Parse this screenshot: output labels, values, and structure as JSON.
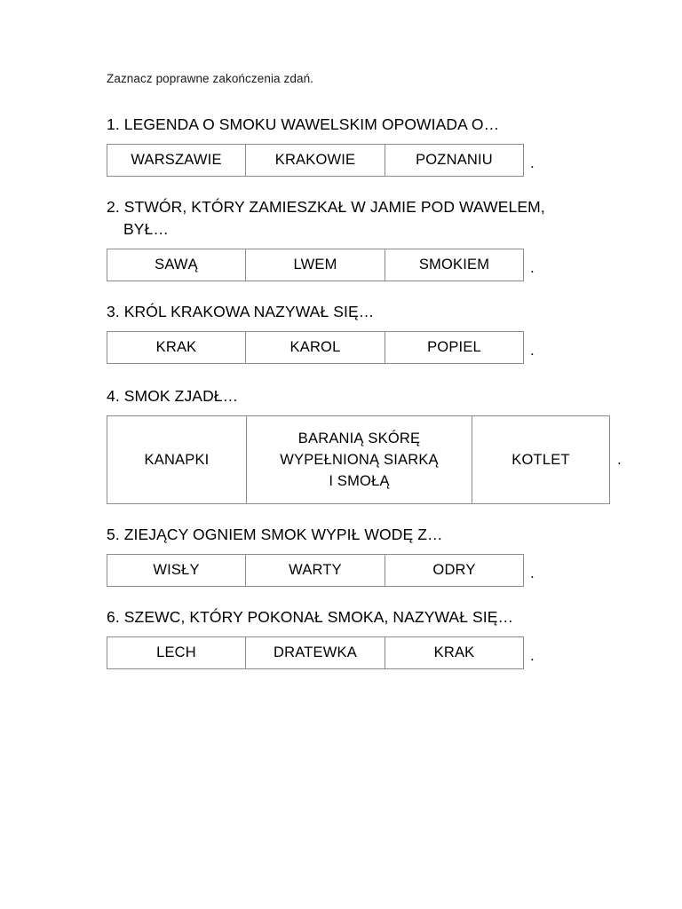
{
  "document": {
    "instruction": "Zaznacz poprawne zakończenia zdań.",
    "period_mark": ".",
    "border_color": "#8c8c8c",
    "text_color": "#000000",
    "background_color": "#ffffff"
  },
  "questions": [
    {
      "number": "1.",
      "prompt": "1. LEGENDA O SMOKU WAWELSKIM OPOWIADA O…",
      "prompt_continuation": "",
      "layout": "standard",
      "options": [
        "WARSZAWIE",
        "KRAKOWIE",
        "POZNANIU"
      ]
    },
    {
      "number": "2.",
      "prompt": "2. STWÓR, KTÓRY ZAMIESZKAŁ W JAMIE POD WAWELEM,",
      "prompt_continuation": "BYŁ…",
      "layout": "standard",
      "options": [
        "SAWĄ",
        "LWEM",
        "SMOKIEM"
      ]
    },
    {
      "number": "3.",
      "prompt": "3. KRÓL KRAKOWA NAZYWAŁ SIĘ…",
      "prompt_continuation": "",
      "layout": "standard",
      "options": [
        "KRAK",
        "KAROL",
        "POPIEL"
      ]
    },
    {
      "number": "4.",
      "prompt": "4. SMOK ZJADŁ…",
      "prompt_continuation": "",
      "layout": "wide",
      "options": [
        "KANAPKI",
        "BARANIĄ SKÓRĘ\nWYPEŁNIONĄ SIARKĄ\nI SMOŁĄ",
        "KOTLET"
      ]
    },
    {
      "number": "5.",
      "prompt": "5. ZIEJĄCY OGNIEM SMOK WYPIŁ WODĘ Z…",
      "prompt_continuation": "",
      "layout": "standard",
      "options": [
        "WISŁY",
        "WARTY",
        "ODRY"
      ]
    },
    {
      "number": "6.",
      "prompt": "6. SZEWC, KTÓRY POKONAŁ SMOKA, NAZYWAŁ SIĘ…",
      "prompt_continuation": "",
      "layout": "standard",
      "options": [
        "LECH",
        "DRATEWKA",
        "KRAK"
      ]
    }
  ]
}
